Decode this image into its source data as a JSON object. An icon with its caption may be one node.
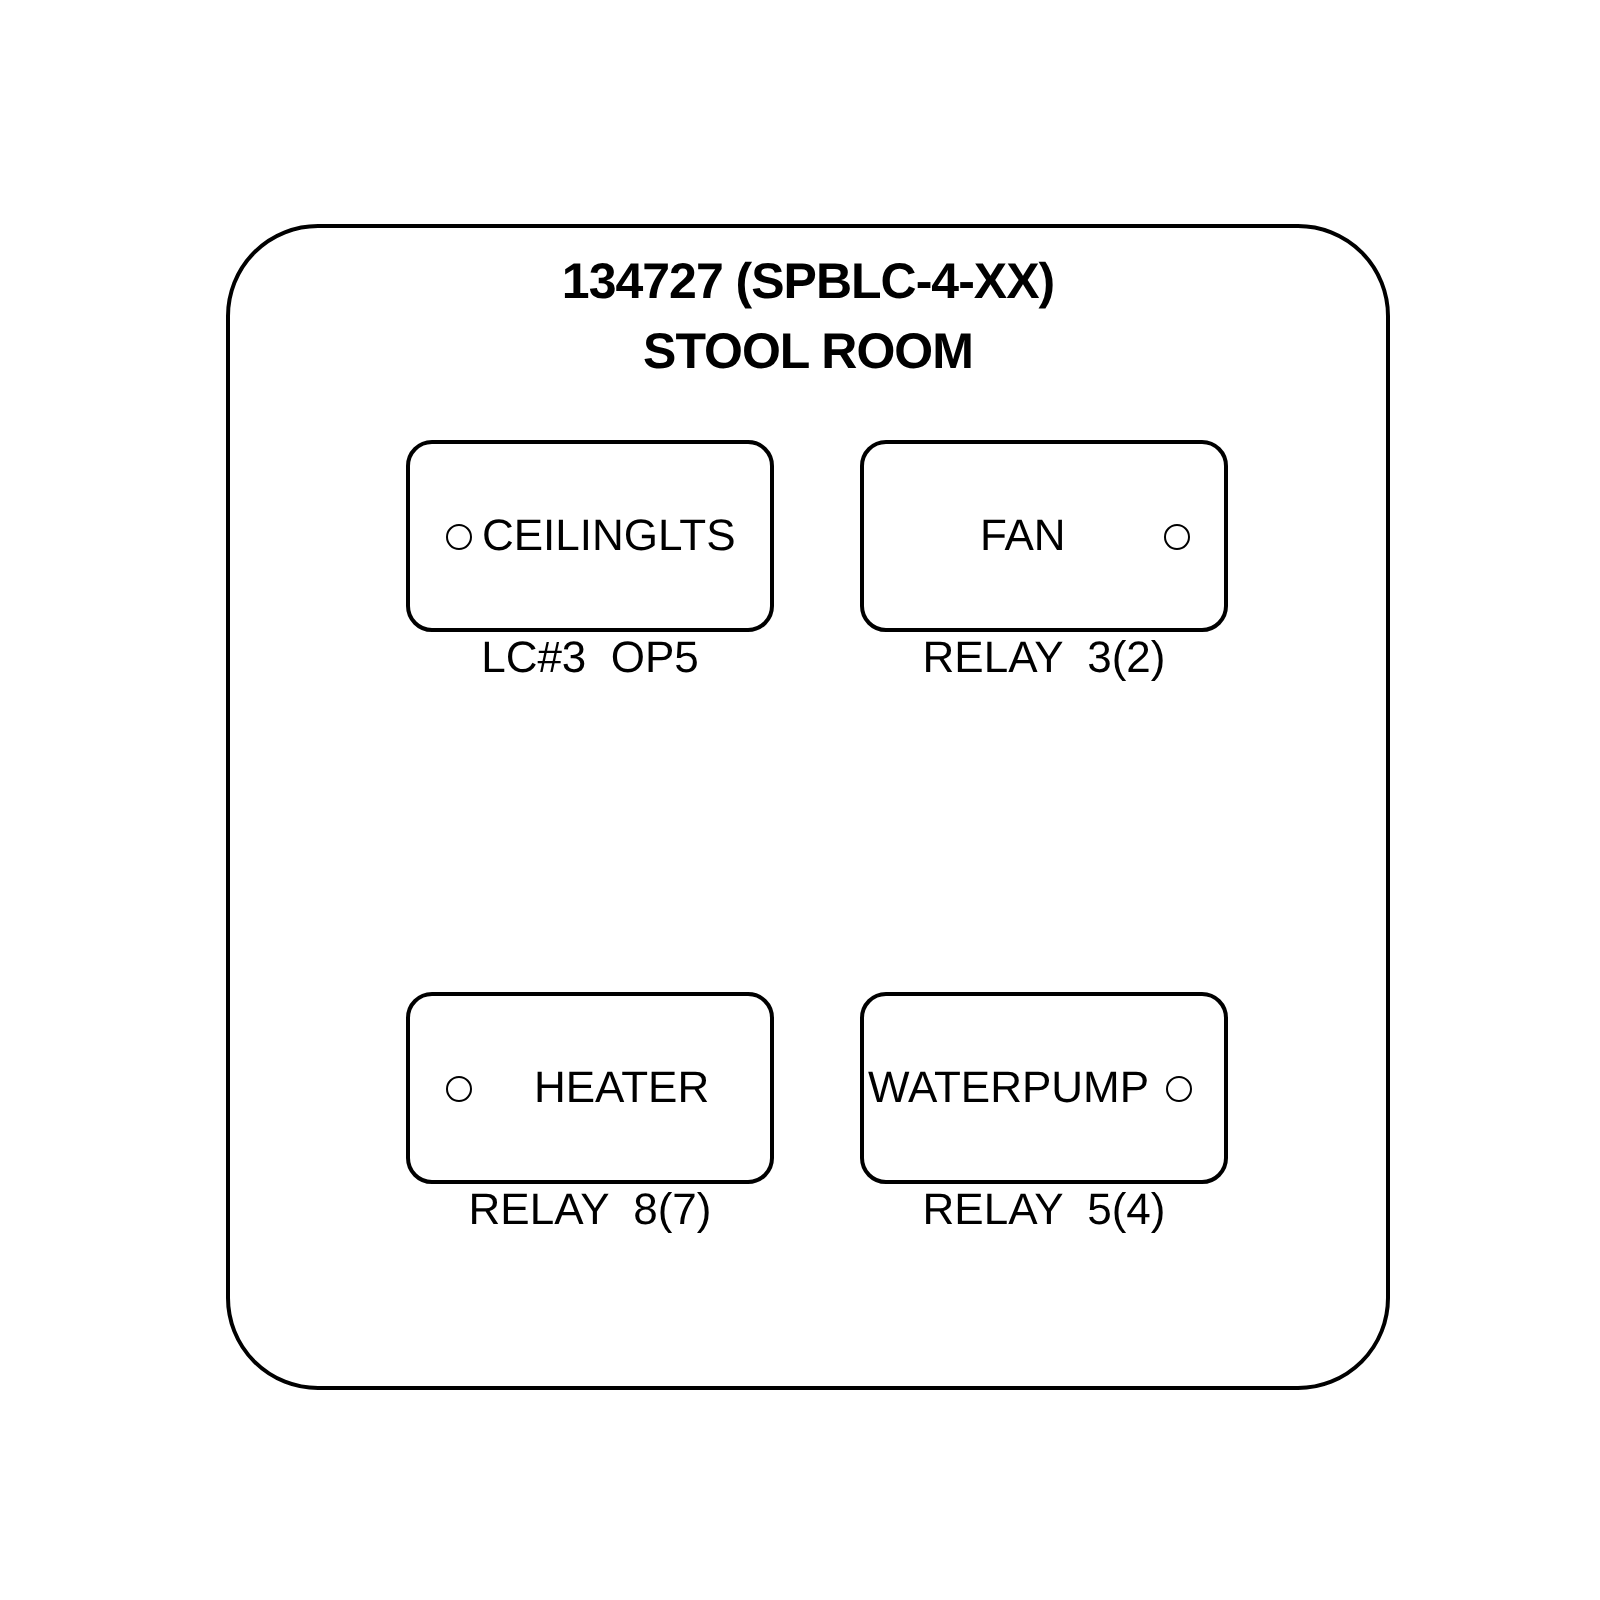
{
  "diagram": {
    "nodes": [
      {
        "text": [
          "134727 (SPBLC-4-XX)",
          "STOOL ROOM"
        ]
      },
      {
        "text": [
          "CEILINGLTS"
        ],
        "beside": [
          "LC#3  OP5"
        ],
        "in": 0
      },
      {
        "text": [
          "FAN"
        ],
        "beside": [
          "RELAY  3(2)"
        ],
        "in": 0
      },
      {
        "text": [
          "HEATER"
        ],
        "beside": [
          "RELAY  8(7)"
        ],
        "in": 0
      },
      {
        "text": [
          "WATERPUMP"
        ],
        "beside": [
          "RELAY  5(4)"
        ],
        "in": 0
      }
    ]
  }
}
